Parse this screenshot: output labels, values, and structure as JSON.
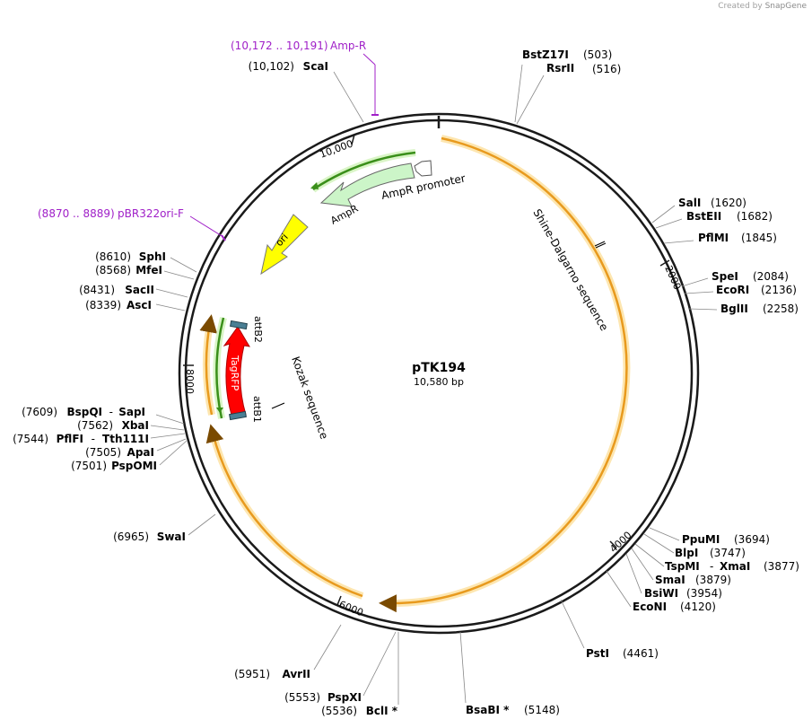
{
  "credit": {
    "prefix": "Created by",
    "brand": "SnapGene"
  },
  "plasmid": {
    "name": "pTK194",
    "length_label": "10,580 bp",
    "length": 10580
  },
  "ticks": [
    {
      "bp": 2000,
      "label": "2000"
    },
    {
      "bp": 4000,
      "label": "4000"
    },
    {
      "bp": 6000,
      "label": "6000"
    },
    {
      "bp": 8000,
      "label": "8000"
    },
    {
      "bp": 10000,
      "label": "10,000"
    }
  ],
  "features": [
    {
      "name": "Shine-Dalgarno sequence",
      "type": "line",
      "color": "#000000"
    },
    {
      "name": "Kozak sequence",
      "type": "line",
      "color": "#000000"
    },
    {
      "name": "attB2",
      "type": "site",
      "color": "#4a7f94"
    },
    {
      "name": "attB1",
      "type": "site",
      "color": "#4a7f94"
    },
    {
      "name": "TagRFP",
      "type": "cds",
      "color": "#ff0000"
    },
    {
      "name": "ori",
      "type": "ori",
      "color": "#ffff00"
    },
    {
      "name": "AmpR",
      "type": "cds",
      "color": "#ccf5c8"
    },
    {
      "name": "AmpR promoter",
      "type": "promoter",
      "color": "#ffffff"
    }
  ],
  "primers": [
    {
      "range": "(10,172 .. 10,191)",
      "name": "Amp-R",
      "color": "#a020c8"
    },
    {
      "range": "(8870 .. 8889)",
      "name": "pBR322ori-F",
      "color": "#a020c8"
    }
  ],
  "sites": [
    {
      "name": "BstZ17I",
      "pos": "(503)",
      "side": "right"
    },
    {
      "name": "RsrII",
      "pos": "(516)",
      "side": "right"
    },
    {
      "name": "SalI",
      "pos": "(1620)",
      "side": "right"
    },
    {
      "name": "BstEII",
      "pos": "(1682)",
      "side": "right"
    },
    {
      "name": "PflMI",
      "pos": "(1845)",
      "side": "right"
    },
    {
      "name": "SpeI",
      "pos": "(2084)",
      "side": "right"
    },
    {
      "name": "EcoRI",
      "pos": "(2136)",
      "side": "right"
    },
    {
      "name": "BglII",
      "pos": "(2258)",
      "side": "right"
    },
    {
      "name": "PpuMI",
      "pos": "(3694)",
      "side": "right"
    },
    {
      "name": "BlpI",
      "pos": "(3747)",
      "side": "right"
    },
    {
      "name": "TspMI",
      "name2": "XmaI",
      "pos": "(3877)",
      "side": "right"
    },
    {
      "name": "SmaI",
      "pos": "(3879)",
      "side": "right"
    },
    {
      "name": "BsiWI",
      "pos": "(3954)",
      "side": "right"
    },
    {
      "name": "EcoNI",
      "pos": "(4120)",
      "side": "right"
    },
    {
      "name": "PstI",
      "pos": "(4461)",
      "side": "right"
    },
    {
      "name": "BsaBI *",
      "pos": "(5148)",
      "side": "right"
    },
    {
      "name": "BclI *",
      "pos": "(5536)",
      "side": "left"
    },
    {
      "name": "PspXI",
      "pos": "(5553)",
      "side": "left"
    },
    {
      "name": "AvrII",
      "pos": "(5951)",
      "side": "left"
    },
    {
      "name": "SwaI",
      "pos": "(6965)",
      "side": "left"
    },
    {
      "name": "PspOMI",
      "pos": "(7501)",
      "side": "left"
    },
    {
      "name": "ApaI",
      "pos": "(7505)",
      "side": "left"
    },
    {
      "name": "PflFI",
      "name2": "Tth111I",
      "pos": "(7544)",
      "side": "left"
    },
    {
      "name": "XbaI",
      "pos": "(7562)",
      "side": "left"
    },
    {
      "name": "BspQI",
      "name2": "SapI",
      "pos": "(7609)",
      "side": "left"
    },
    {
      "name": "AscI",
      "pos": "(8339)",
      "side": "left"
    },
    {
      "name": "SacII",
      "pos": "(8431)",
      "side": "left"
    },
    {
      "name": "MfeI",
      "pos": "(8568)",
      "side": "left"
    },
    {
      "name": "SphI",
      "pos": "(8610)",
      "side": "left"
    },
    {
      "name": "ScaI",
      "pos": "(10,102)",
      "side": "left"
    }
  ],
  "colors": {
    "backbone": "#1a1a1a",
    "orange_arc": "#f4a623",
    "orange_glow": "#fde6b0",
    "green_arc": "#3a8f1a",
    "green_glow": "#d9f5c6",
    "primer": "#a020c8"
  }
}
